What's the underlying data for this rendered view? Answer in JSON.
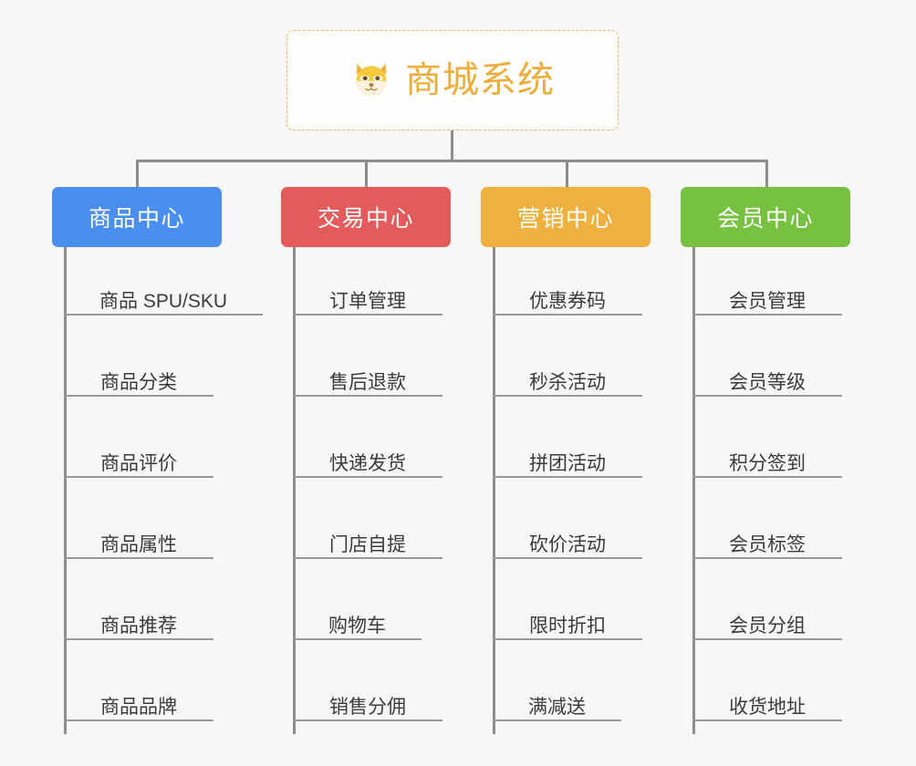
{
  "background_color": "#f7f7f7",
  "connector_color": "#8c8c8c",
  "root": {
    "title": "商城系统",
    "icon": "shiba-dog-face-icon",
    "text_color": "#eead3b",
    "border_color": "#e8b667",
    "background_color": "#fdfdfc"
  },
  "branches": [
    {
      "label": "商品中心",
      "color": "#4a8ef0",
      "items": [
        "商品 SPU/SKU",
        "商品分类",
        "商品评价",
        "商品属性",
        "商品推荐",
        "商品品牌"
      ]
    },
    {
      "label": "交易中心",
      "color": "#e35b5b",
      "items": [
        "订单管理",
        "售后退款",
        "快递发货",
        "门店自提",
        "购物车",
        "销售分佣"
      ]
    },
    {
      "label": "营销中心",
      "color": "#eeb03f",
      "items": [
        "优惠券码",
        "秒杀活动",
        "拼团活动",
        "砍价活动",
        "限时折扣",
        "满减送"
      ]
    },
    {
      "label": "会员中心",
      "color": "#76c13f",
      "items": [
        "会员管理",
        "会员等级",
        "积分签到",
        "会员标签",
        "会员分组",
        "收货地址"
      ]
    }
  ]
}
